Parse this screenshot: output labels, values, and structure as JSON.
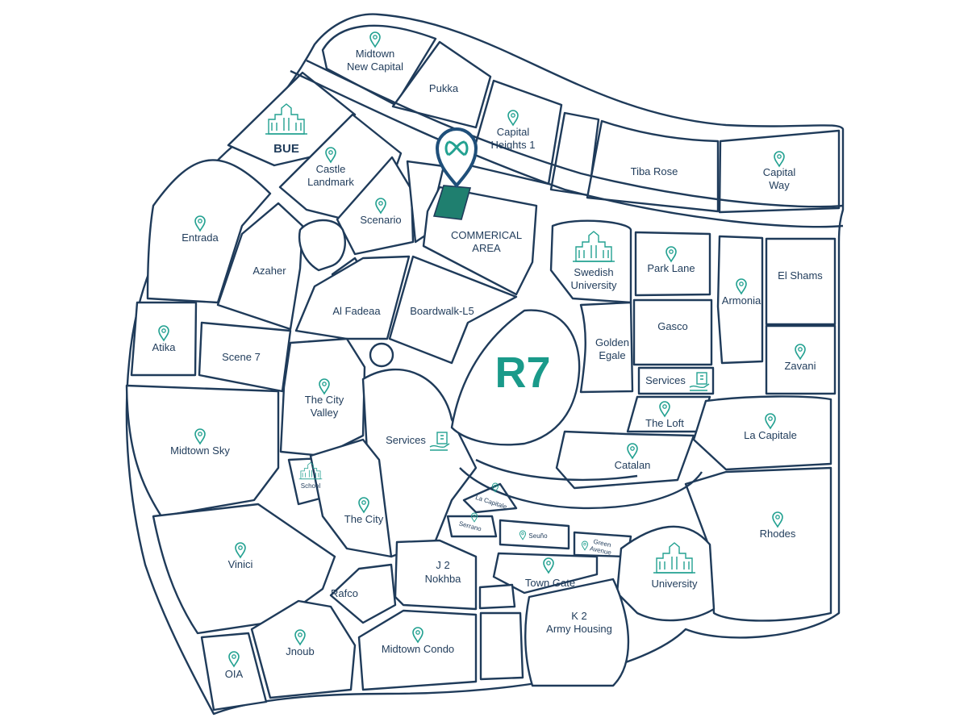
{
  "map": {
    "district_label": "R7",
    "commercial_area": [
      "COMMERICAL",
      "AREA"
    ],
    "colors": {
      "outline": "#1f3b5a",
      "accent": "#23a191",
      "district_text": "#1a9a8a",
      "highlight_parcel": "#1f7f6f",
      "location_marker": "#1f4f7a"
    },
    "labels": {
      "midtown_new_capital": [
        "Midtown",
        "New Capital"
      ],
      "pukka": "Pukka",
      "capital_heights_1": [
        "Capital",
        "Heights 1"
      ],
      "tiba_rose": "Tiba Rose",
      "capital_way": [
        "Capital",
        "Way"
      ],
      "bue": "BUE",
      "castle_landmark": [
        "Castle",
        "Landmark"
      ],
      "scenario": "Scenario",
      "entrada": "Entrada",
      "azaher": "Azaher",
      "al_fadeaa": "Al Fadeaa",
      "boardwalk_l5": "Boardwalk-L5",
      "swedish_university": [
        "Swedish",
        "University"
      ],
      "park_lane": "Park Lane",
      "armonia": "Armonia",
      "el_shams": "El Shams",
      "gasco": "Gasco",
      "golden_egale": [
        "Golden",
        "Egale"
      ],
      "zavani": "Zavani",
      "services_east": "Services",
      "atika": "Atika",
      "scene_7": "Scene 7",
      "the_city_valley": [
        "The City",
        "Valley"
      ],
      "services_center": "Services",
      "the_loft": "The Loft",
      "la_capitale_east": "La Capitale",
      "catalan": "Catalan",
      "midtown_sky": "Midtown Sky",
      "school": "School",
      "the_city": "The City",
      "la_capitale_small": "La Capitale",
      "serrano": "Serrano",
      "seuno": "Seuño",
      "green_avenue": [
        "Green",
        "Avenue"
      ],
      "rhodes": "Rhodes",
      "vinici": "Vinici",
      "j2_nokhba": [
        "J 2",
        "Nokhba"
      ],
      "town_gate": "Town Gate",
      "university": "University",
      "rafco": "Rafco",
      "k2_army_housing": [
        "K 2",
        "Army Housing"
      ],
      "oia": "OIA",
      "jnoub": "Jnoub",
      "midtown_condo": "Midtown Condo"
    },
    "icons": {
      "project_marker": "location-pin-icon",
      "education": "building-icon",
      "services": "services-icon",
      "location": "location-marker-icon"
    }
  }
}
